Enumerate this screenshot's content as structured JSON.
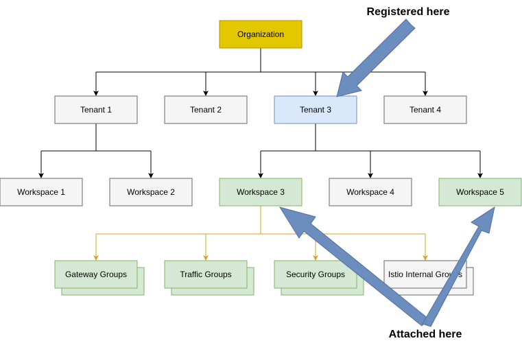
{
  "nodes": {
    "organization": "Organization",
    "tenant_1": "Tenant 1",
    "tenant_2": "Tenant 2",
    "tenant_3": "Tenant 3",
    "tenant_4": "Tenant 4",
    "workspace_1": "Workspace 1",
    "workspace_2": "Workspace 2",
    "workspace_3": "Workspace 3",
    "workspace_4": "Workspace 4",
    "workspace_5": "Workspace 5",
    "gateway_groups": "Gateway Groups",
    "traffic_groups": "Traffic Groups",
    "security_groups": "Security Groups",
    "istio_internal_groups": "Istio Internal Groups"
  },
  "annotations": {
    "registered": "Registered here",
    "attached": "Attached here"
  },
  "colors": {
    "organization_fill": "#e3c800",
    "organization_stroke": "#b09500",
    "neutral_fill": "#f5f5f5",
    "neutral_stroke": "#666666",
    "highlight_fill": "#dae8fc",
    "highlight_stroke": "#6c8ebf",
    "green_fill": "#d5e8d4",
    "green_stroke": "#82b366",
    "group_connector": "#d6a51c",
    "callout_arrow": "#6c8ebf"
  }
}
